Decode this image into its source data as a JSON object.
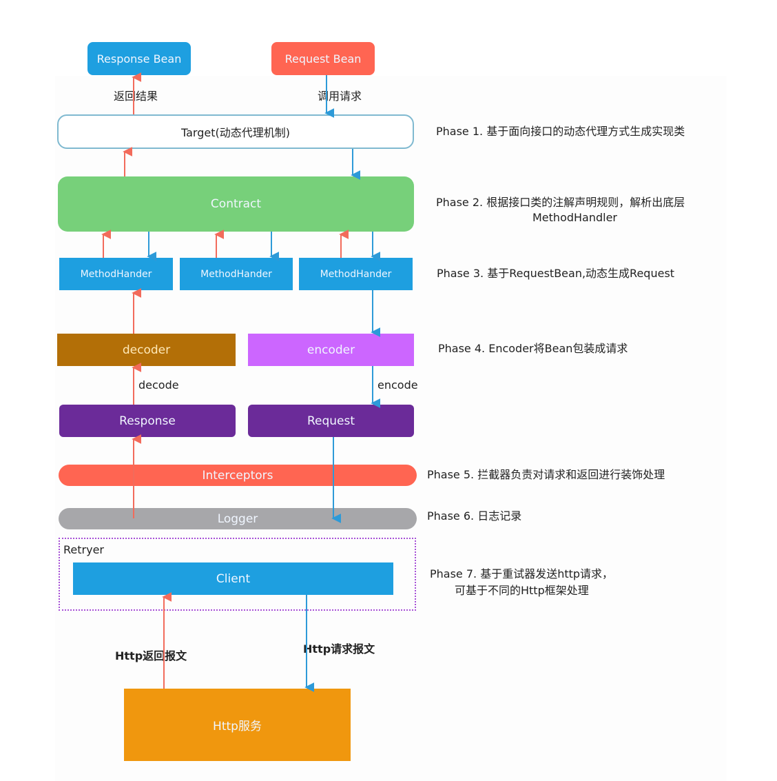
{
  "title": "Feign request/response processing architecture",
  "colors": {
    "response_bean": "#1e9fe0",
    "request_bean": "#ff6552",
    "contract": "#77d07a",
    "method_handler": "#1e9fe0",
    "decoder": "#b36f07",
    "encoder": "#cc66ff",
    "response_request": "#6b2b99",
    "interceptors": "#ff6552",
    "logger": "#a7a7aa",
    "client": "#1e9fe0",
    "http_service": "#f0970e",
    "retryer_border": "#a64fd6",
    "arrow_up": "#f26b5b",
    "arrow_down": "#2d9ad8"
  },
  "nodes": {
    "response_bean": "Response Bean",
    "request_bean": "Request Bean",
    "target": "Target(动态代理机制)",
    "contract": "Contract",
    "method_handlers": [
      "MethodHander",
      "MethodHander",
      "MethodHander"
    ],
    "decoder": "decoder",
    "encoder": "encoder",
    "response": "Response",
    "request": "Request",
    "interceptors": "Interceptors",
    "logger": "Logger",
    "retryer": "Retryer",
    "client": "Client",
    "http_service": "Http服务"
  },
  "edge_labels": {
    "return_result": "返回结果",
    "invoke_request": "调用请求",
    "decode": "decode",
    "encode": "encode",
    "http_response_msg": "Http返回报文",
    "http_request_msg": "Http请求报文"
  },
  "phases": [
    {
      "text": "Phase 1. 基于面向接口的动态代理方式生成实现类"
    },
    {
      "text": "Phase 2. 根据接口类的注解声明规则，解析出底层",
      "text2": "MethodHandler"
    },
    {
      "text": "Phase 3. 基于RequestBean,动态生成Request"
    },
    {
      "text": "Phase 4. Encoder将Bean包装成请求"
    },
    {
      "text": "Phase 5. 拦截器负责对请求和返回进行装饰处理"
    },
    {
      "text": "Phase 6. 日志记录"
    },
    {
      "text": "Phase 7. 基于重试器发送http请求，",
      "text2": "可基于不同的Http框架处理"
    }
  ]
}
